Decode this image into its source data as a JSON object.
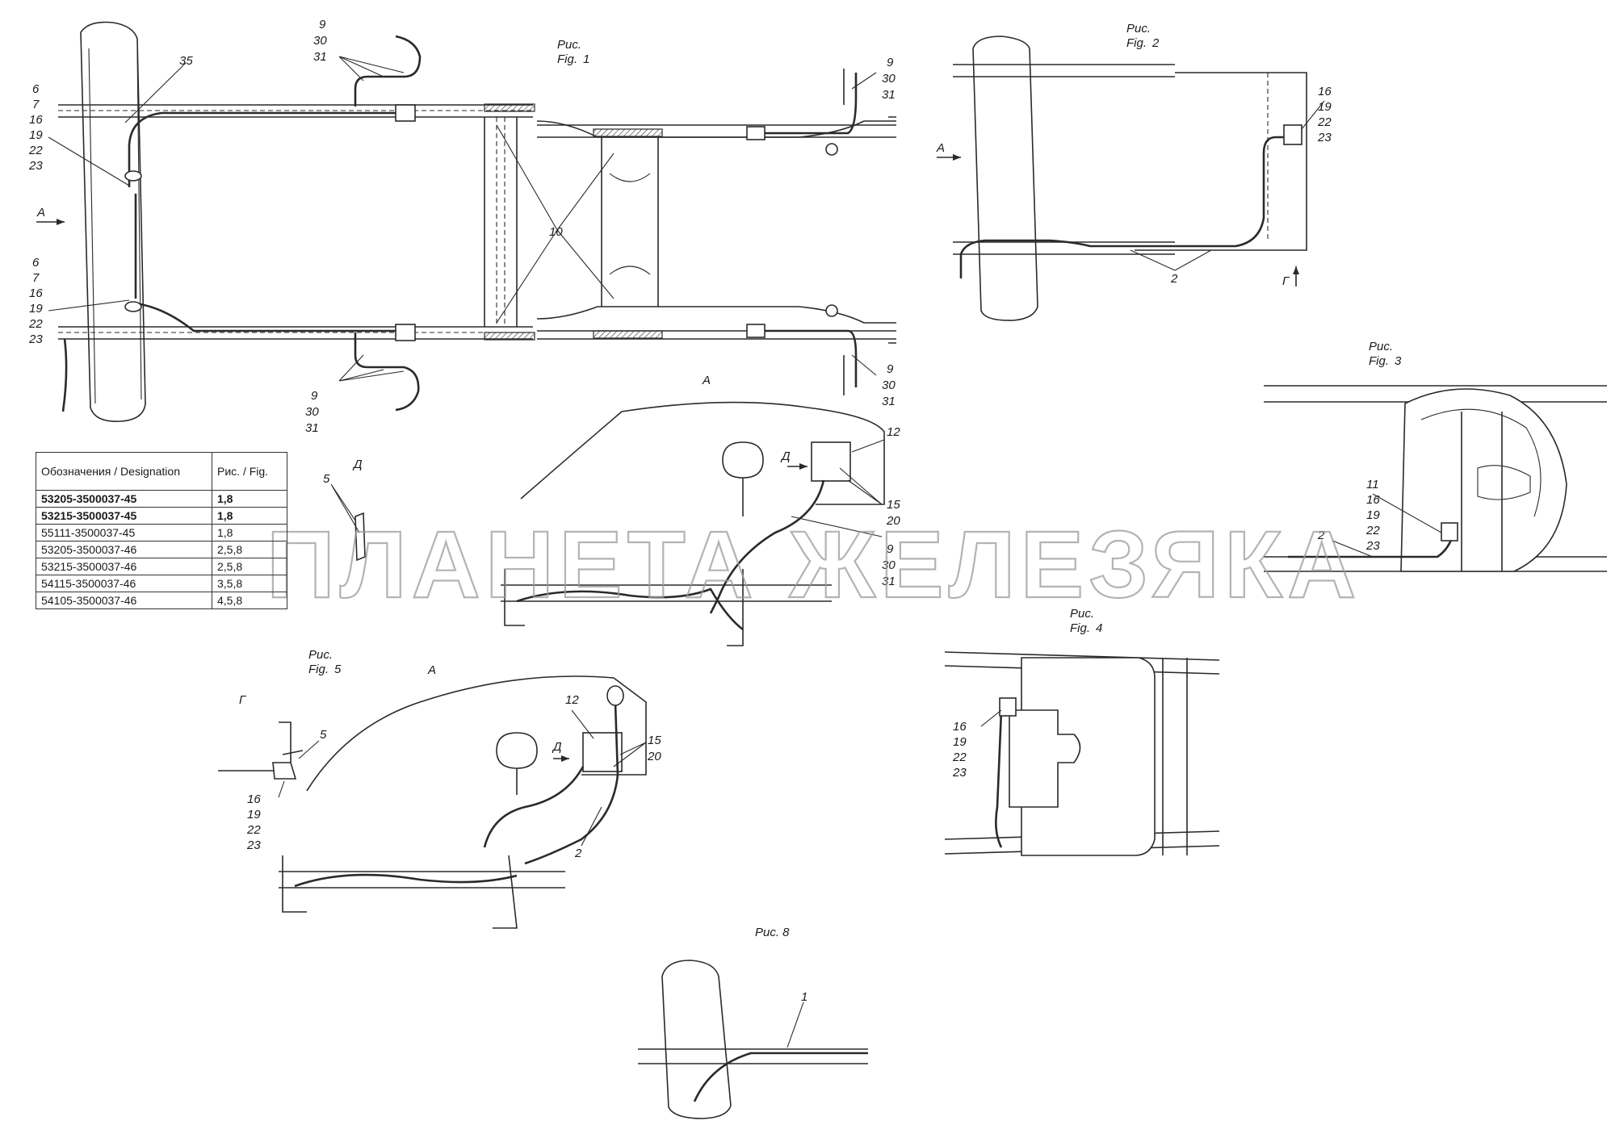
{
  "figures": {
    "fig1": {
      "ru": "Рис.",
      "en": "Fig.",
      "num": "1"
    },
    "fig2": {
      "ru": "Рис.",
      "en": "Fig.",
      "num": "2"
    },
    "fig3": {
      "ru": "Рис.",
      "en": "Fig.",
      "num": "3"
    },
    "fig4": {
      "ru": "Рис.",
      "en": "Fig.",
      "num": "4"
    },
    "fig5": {
      "ru": "Рис.",
      "en": "Fig.",
      "num": "5"
    },
    "fig8": {
      "ru": "Рис. 8"
    }
  },
  "view_labels": {
    "A": "A",
    "D": "Д",
    "G": "Г"
  },
  "callouts": {
    "n1": "1",
    "n2": "2",
    "n5": "5",
    "n9": "9",
    "n10": "10",
    "n11": "11",
    "n12": "12",
    "n15": "15",
    "n20": "20",
    "n30": "30",
    "n31": "31",
    "n35": "35",
    "stack_6_23": [
      "6",
      "7",
      "16",
      "19",
      "22",
      "23"
    ],
    "stack_16_23": [
      "16",
      "19",
      "22",
      "23"
    ],
    "stack_11_23": [
      "11",
      "16",
      "19",
      "22",
      "23"
    ]
  },
  "legend": {
    "header": {
      "designation": "Обозначения / Designation",
      "fig": "Рис. / Fig."
    },
    "rows": [
      {
        "designation": "53205-3500037-45",
        "fig": "1,8",
        "bold": true
      },
      {
        "designation": "53215-3500037-45",
        "fig": "1,8",
        "bold": true
      },
      {
        "designation": "55111-3500037-45",
        "fig": "1,8",
        "bold": false
      },
      {
        "designation": "53205-3500037-46",
        "fig": "2,5,8",
        "bold": false
      },
      {
        "designation": "53215-3500037-46",
        "fig": "2,5,8",
        "bold": false
      },
      {
        "designation": "54115-3500037-46",
        "fig": "3,5,8",
        "bold": false
      },
      {
        "designation": "54105-3500037-46",
        "fig": "4,5,8",
        "bold": false
      }
    ]
  },
  "watermark": "ПЛАНЕТА ЖЕЛЕЗЯКА"
}
